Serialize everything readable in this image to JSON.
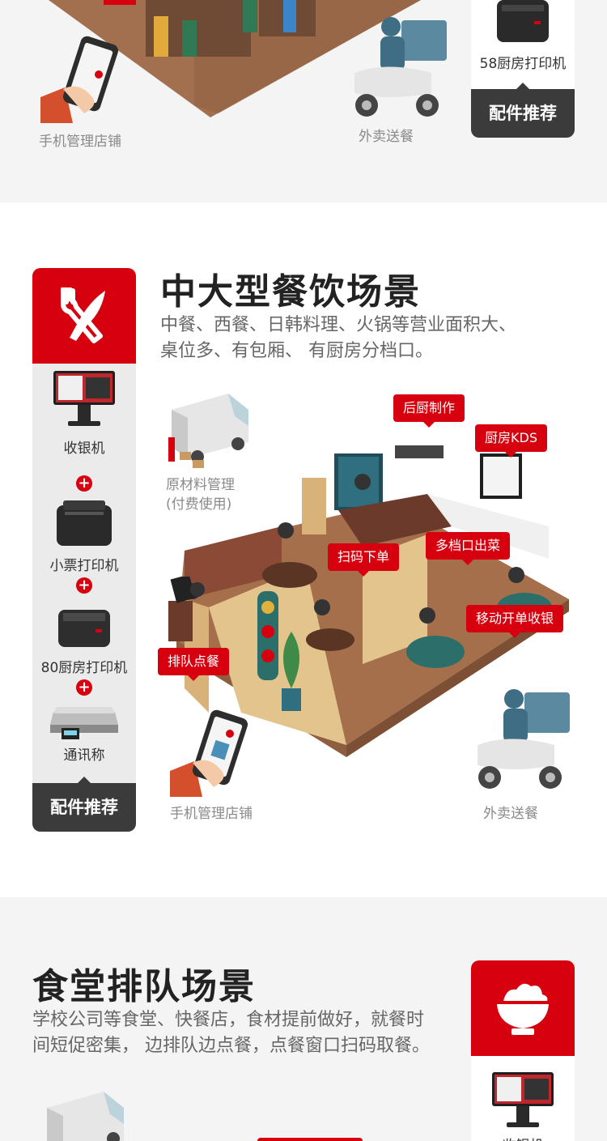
{
  "top": {
    "phone_label": "手机管理店铺",
    "delivery_label": "外卖送餐",
    "printer_label": "58厨房打印机",
    "accessory_footer": "配件推荐"
  },
  "mid": {
    "title": "中大型餐饮场景",
    "desc_line1": "中餐、西餐、日韩料理、火锅等营业面积大、",
    "desc_line2": "桌位多、有包厢、 有厨房分档口。",
    "accessories": [
      {
        "name": "收银机"
      },
      {
        "name": "小票打印机"
      },
      {
        "name": "80厨房打印机"
      },
      {
        "name": "通讯称"
      }
    ],
    "plus": "+",
    "accessory_footer": "配件推荐",
    "raw_material_line1": "原材料管理",
    "raw_material_line2": "(付费使用)",
    "tags": {
      "back_kitchen": "后厨制作",
      "kds": "厨房KDS",
      "scan_order": "扫码下单",
      "multi_stall": "多档口出菜",
      "mobile_cashier": "移动开单收银",
      "queue_order": "排队点餐"
    },
    "phone_label": "手机管理店铺",
    "delivery_label": "外卖送餐",
    "colors": {
      "accent": "#d6000f",
      "dark": "#3b3b3b"
    }
  },
  "bot": {
    "title": "食堂排队场景",
    "desc_line1": "学校公司等食堂、快餐店，食材提前做好，就餐时",
    "desc_line2": "间短促密集， 边排队边点餐，点餐窗口扫码取餐。",
    "first_accessory": "收银机"
  }
}
